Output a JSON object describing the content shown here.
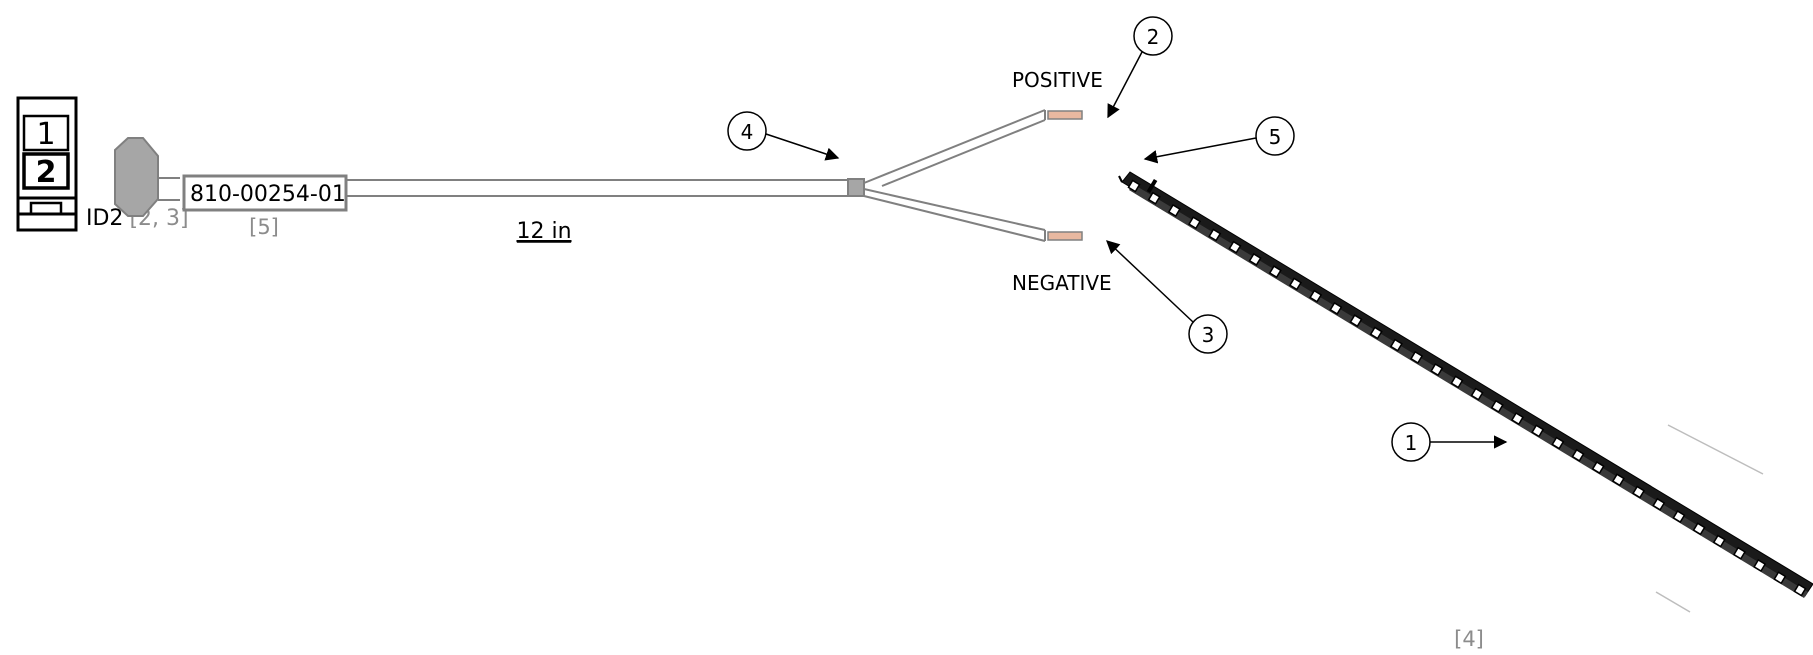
{
  "connector": {
    "id_main": "ID2",
    "id_refs": "[2, 3]",
    "pin1": "1",
    "pin2": "2"
  },
  "cable": {
    "part_number": "810-00254-01",
    "part_ref": "[5]",
    "length": "12 in"
  },
  "wires": {
    "positive_label": "POSITIVE",
    "negative_label": "NEGATIVE"
  },
  "strip": {
    "ref": "[4]"
  },
  "callouts": {
    "c1": "1",
    "c2": "2",
    "c3": "3",
    "c4": "4",
    "c5": "5"
  },
  "colors": {
    "line": "#808080",
    "dark": "#000000",
    "connector_fill": "#a6a6a6",
    "wire_tip": "#e8b8a0",
    "ref_text": "#8c8c8c"
  }
}
